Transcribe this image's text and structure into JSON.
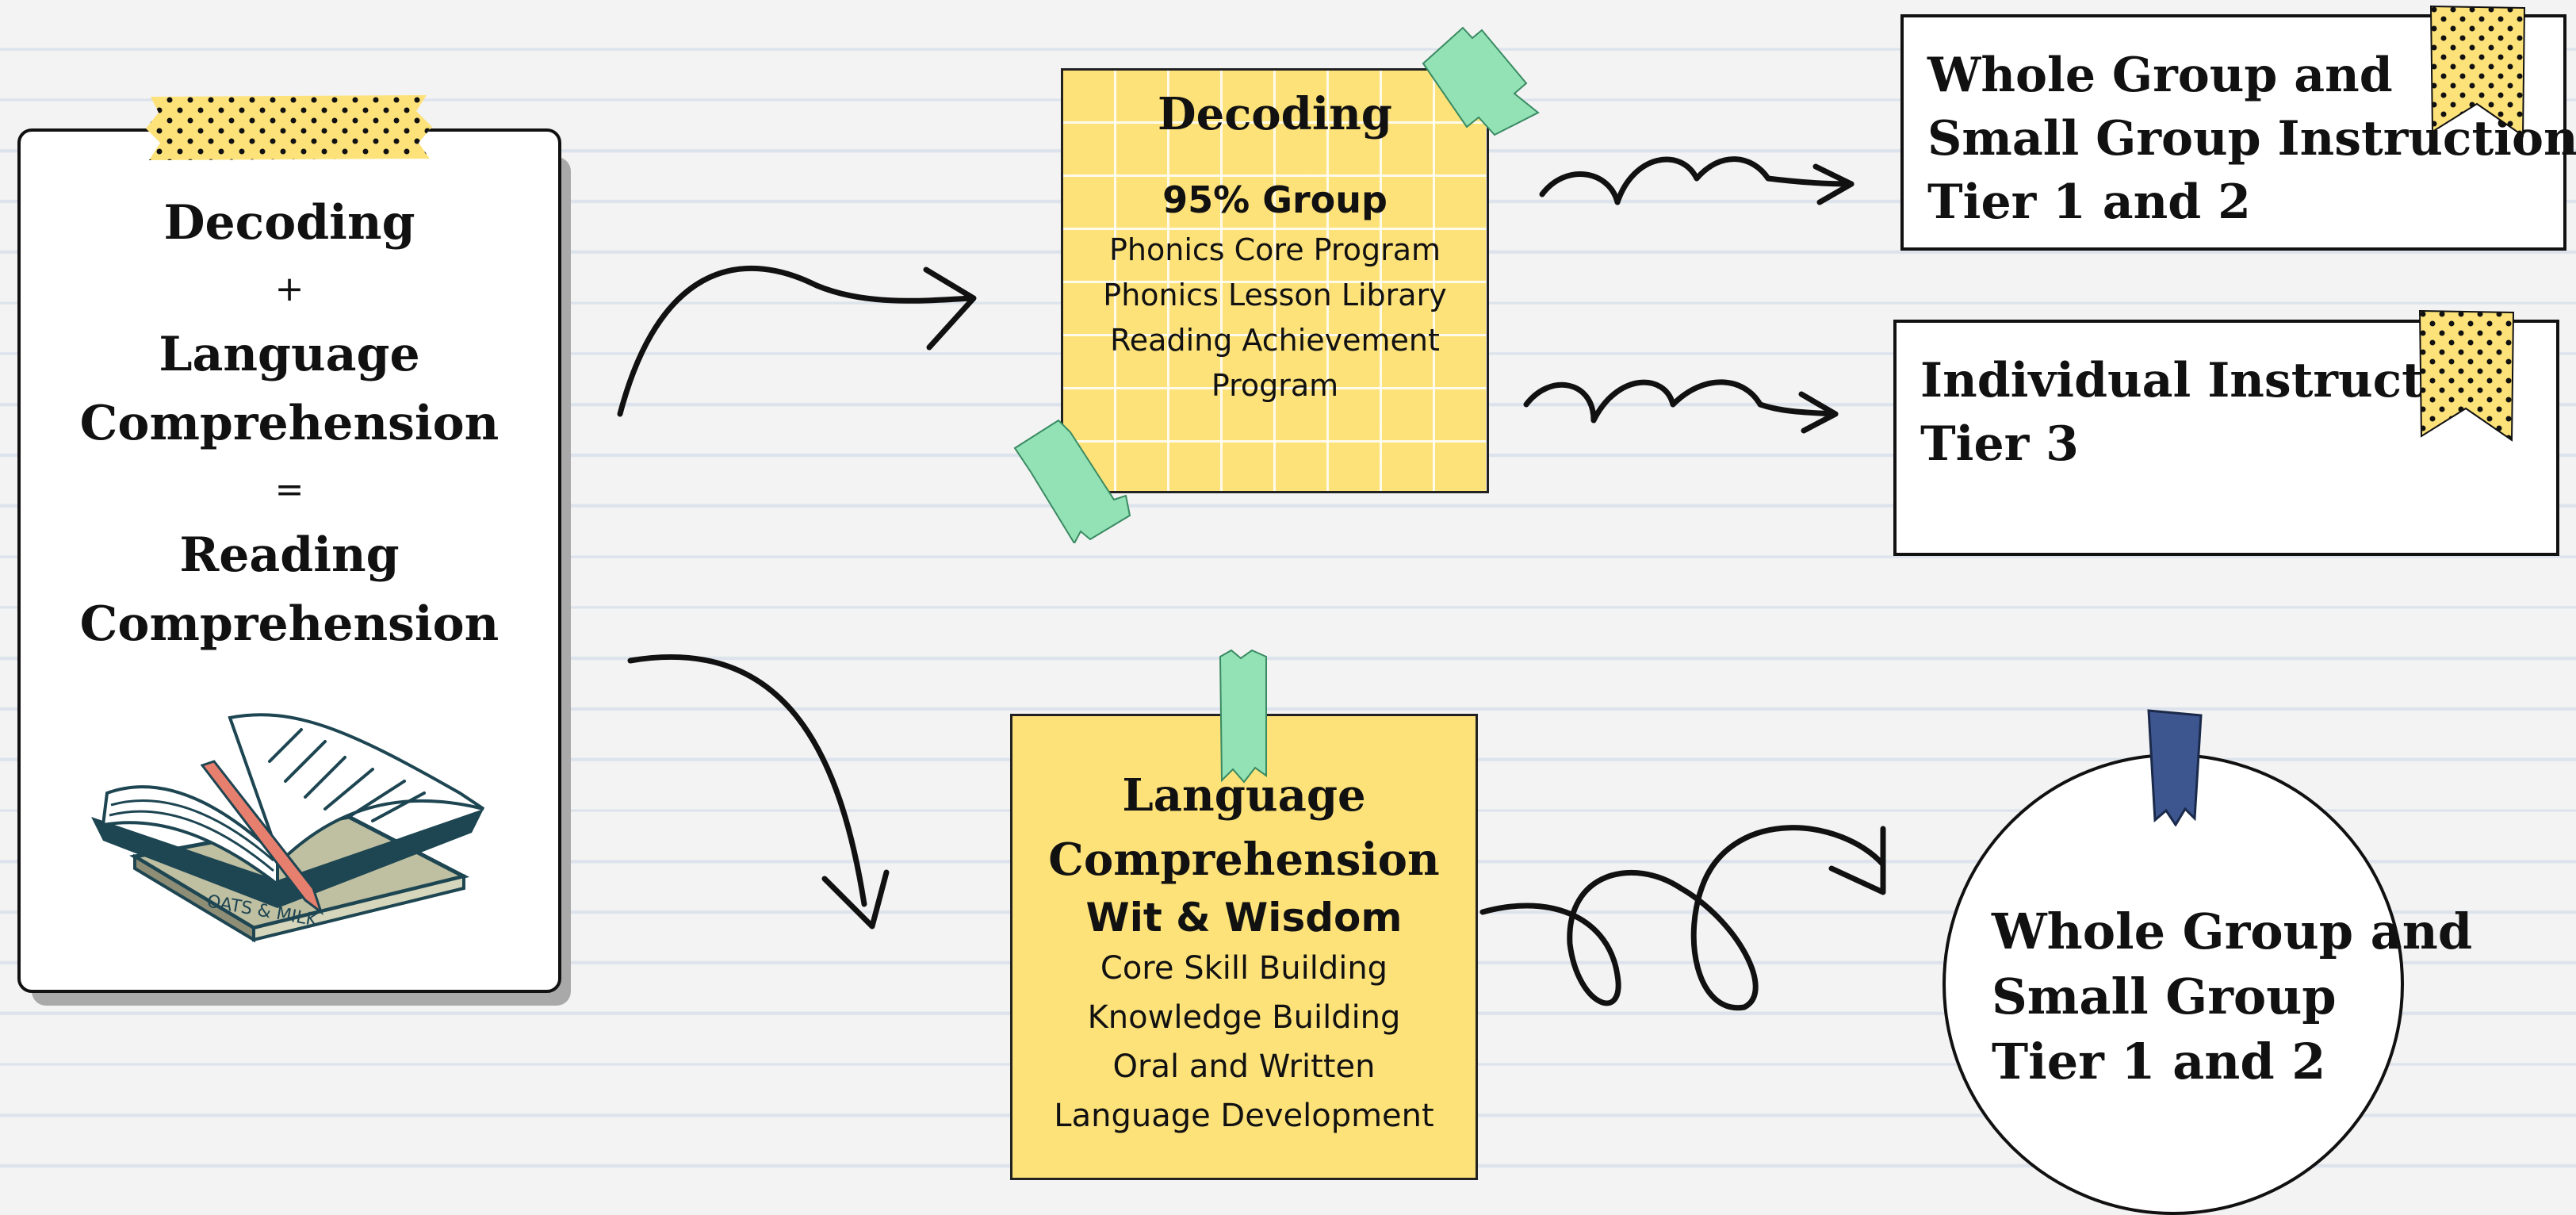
{
  "equation": {
    "term1": "Decoding",
    "op1": "+",
    "term2_line1": "Language",
    "term2_line2": "Comprehension",
    "op2": "=",
    "result_line1": "Reading",
    "result_line2": "Comprehension",
    "book_cover_text": "OATS & MILK"
  },
  "decoding_note": {
    "title": "Decoding",
    "subtitle": "95% Group",
    "items": [
      "Phonics Core Program",
      "Phonics Lesson Library",
      "Reading Achievement",
      "Program"
    ]
  },
  "language_note": {
    "title_line1": "Language",
    "title_line2": "Comprehension",
    "subtitle": "Wit & Wisdom",
    "items": [
      "Core Skill Building",
      "Knowledge Building",
      "Oral and Written",
      "Language Development"
    ]
  },
  "instruction_boxes": [
    {
      "lines": [
        "Whole Group and",
        "Small Group Instruction",
        "Tier 1 and 2"
      ]
    },
    {
      "lines": [
        "Individual Instruction",
        "Tier 3"
      ]
    }
  ],
  "circle": {
    "lines": [
      "Whole Group and",
      "Small Group",
      "Tier 1 and 2"
    ]
  },
  "colors": {
    "sticky_yellow": "#fde27a",
    "tape_green": "#93e2b6",
    "tape_yellow": "#fde27a",
    "pin_blue": "#3d5690",
    "bookmark_red": "#e77f6e",
    "book_dark": "#1d4552"
  }
}
